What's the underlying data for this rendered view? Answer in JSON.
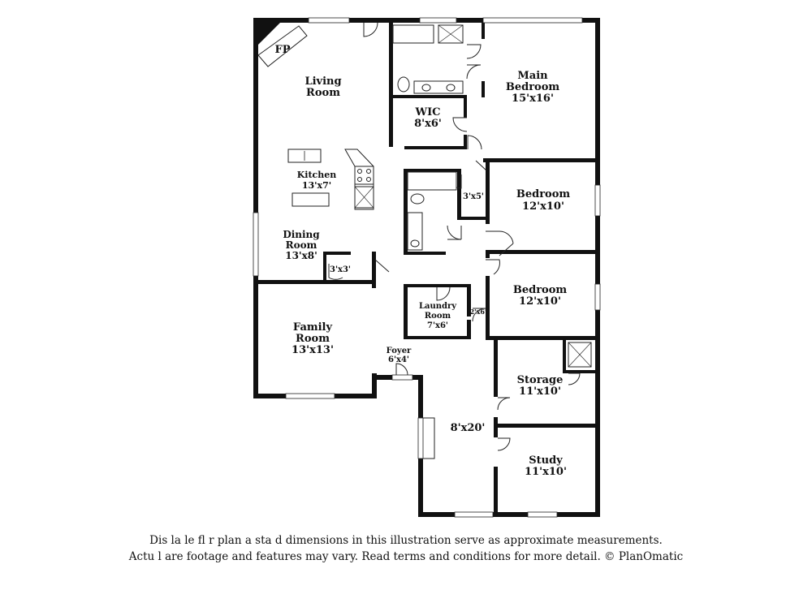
{
  "rooms": {
    "fireplace": "FP",
    "living_room": [
      "Living",
      "Room"
    ],
    "wic": [
      "WIC",
      "8'x6'"
    ],
    "main_bedroom": [
      "Main",
      "Bedroom",
      "15'x16'"
    ],
    "kitchen": [
      "Kitchen",
      "13'x7'"
    ],
    "closet_3x5": "3'x5'",
    "bedroom_a": [
      "Bedroom",
      "12'x10'"
    ],
    "dining_room": [
      "Dining",
      "Room",
      "13'x8'"
    ],
    "closet_3x3": "3'x3'",
    "laundry_room": [
      "Laundry",
      "Room",
      "7'x6'"
    ],
    "closet_2x6": "2'x6'",
    "bedroom_b": [
      "Bedroom",
      "12'x10'"
    ],
    "family_room": [
      "Family",
      "Room",
      "13'x13'"
    ],
    "foyer": [
      "Foyer",
      "6'x4'"
    ],
    "storage": [
      "Storage",
      "11'x10'"
    ],
    "hall_8x20": "8'x20'",
    "study": [
      "Study",
      "11'x10'"
    ]
  },
  "disclaimer": {
    "line1": "Dis    la       le fl    r plan a    sta    d dimensions in this illustration serve as approximate measurements.",
    "line2": "Actu    l     are footage and features may vary. Read terms and conditions for more detail. © PlanOmatic"
  }
}
